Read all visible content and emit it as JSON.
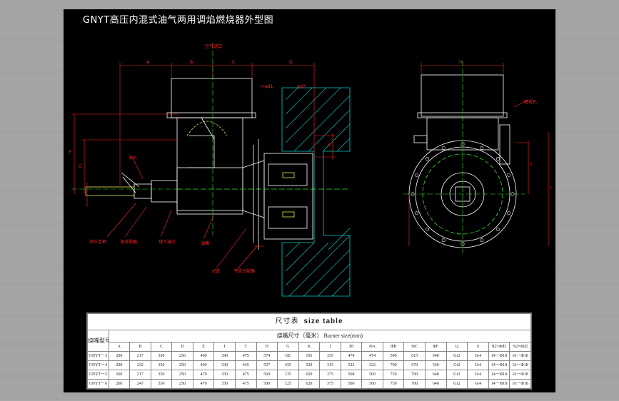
{
  "drawing": {
    "title": "GNYT高压内混式油气两用调焰燃烧器外型图",
    "dimension_letters": {
      "a": "A",
      "b": "B",
      "c": "C",
      "d": "D",
      "e": "E",
      "g": "G",
      "h": "H",
      "k": "K",
      "t": "T",
      "i": "I"
    },
    "labels": {
      "air_inlet": "空气进口",
      "oil_inlet": "油入",
      "atomizer_head": "油头手柄",
      "oil_dist": "油分配器",
      "gas_inlet": "煤气进口",
      "nozzle": "油嘴",
      "fire_tube": "火道",
      "air_dist": "气流分配器",
      "gas_port": "窥视孔",
      "flange_holes": "n-φd1",
      "phi_d2": "φd2"
    }
  },
  "size_table": {
    "caption": "尺寸表",
    "caption_en": "size table",
    "type_header": "烧嘴型号Type",
    "sub_header": "烧嘴尺寸（毫米） Burner size(mm)",
    "columns": [
      "A",
      "B",
      "C",
      "D",
      "E",
      "I",
      "T",
      "H",
      "G",
      "K",
      "J",
      "JH",
      "ΦA",
      "ΦB",
      "ΦC",
      "ΦF",
      "Q",
      "S",
      "N2×Φd1",
      "N2×Φd2"
    ],
    "rows": [
      {
        "type": "GNYT－3",
        "cells": [
          "200",
          "217",
          "350",
          "250",
          "490",
          "390",
          "475",
          "574",
          "GE",
          "105",
          "335",
          "474",
          "474",
          "590",
          "615",
          "540",
          "Gr2",
          "Gr4",
          "14－Φ18",
          "16－Φ18"
        ]
      },
      {
        "type": "GNYT－4",
        "cells": [
          "200",
          "232",
          "350",
          "250",
          "490",
          "330",
          "445",
          "557",
          "435",
          "520",
          "315",
          "522",
          "522",
          "700",
          "670",
          "540",
          "Gr2",
          "Gr4",
          "14－Φ18",
          "16－Φ18"
        ]
      },
      {
        "type": "GNYT－5",
        "cells": [
          "260",
          "217",
          "350",
          "250",
          "470",
          "350",
          "475",
          "560",
          "135",
          "620",
          "375",
          "568",
          "560",
          "730",
          "700",
          "640",
          "Gr2",
          "Gr4",
          "14－Φ18",
          "16－Φ18"
        ]
      },
      {
        "type": "GNYT－6",
        "cells": [
          "260",
          "247",
          "350",
          "250",
          "470",
          "350",
          "475",
          "500",
          "125",
          "620",
          "375",
          "500",
          "560",
          "730",
          "700",
          "640",
          "Gr2",
          "Gr4",
          "14－Φ18",
          "16－Φ18"
        ]
      }
    ]
  },
  "colors": {
    "background": "#a4a4a4",
    "sheet": "#000000",
    "geometry": "#ffffff",
    "dimension": "#ff2020",
    "center_line": "#30e030",
    "hatch": "#00cccc",
    "yellow": "#e8e840"
  }
}
